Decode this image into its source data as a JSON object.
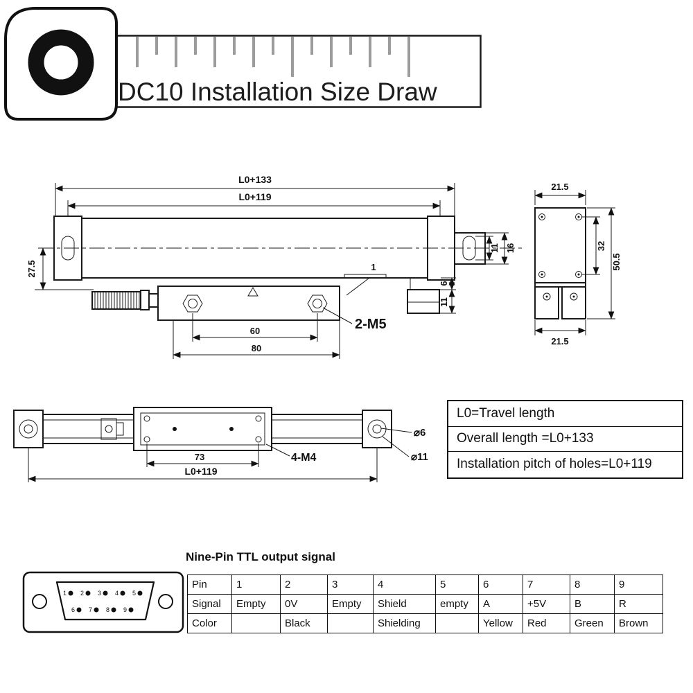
{
  "header": {
    "logo_icon": "tape-measure-logo",
    "title": "DC10 Installation Size Draw"
  },
  "side_view": {
    "dim_overall": "L0+133",
    "dim_pitch": "L0+119",
    "dim_height_left": "27.5",
    "dim_slot_height": "11",
    "dim_lug_height": "16",
    "dim_gap": "1",
    "dim_foot_offset": "6",
    "dim_foot_height": "11",
    "label_bolts": "2-M5",
    "dim_bolt_spacing": "60",
    "dim_head_length": "80"
  },
  "end_view": {
    "dim_width_top": "21.5",
    "dim_screw_spacing": "32",
    "dim_height": "50.5",
    "dim_width_bottom": "21.5"
  },
  "top_view": {
    "dim_head_holes": "73",
    "dim_pitch": "L0+119",
    "label_holes": "4-M4",
    "label_hole_small": "⌀6",
    "label_hole_large": "⌀11"
  },
  "notes": {
    "lines": [
      "L0=Travel length",
      "Overall length =L0+133",
      "Installation pitch of holes=L0+119"
    ]
  },
  "connector": {
    "title": "Nine-Pin TTL output signal",
    "pins_top": [
      "1",
      "2",
      "3",
      "4",
      "5"
    ],
    "pins_bottom": [
      "6",
      "7",
      "8",
      "9"
    ]
  },
  "pin_table": {
    "rows": [
      [
        "Pin",
        "1",
        "2",
        "3",
        "4",
        "5",
        "6",
        "7",
        "8",
        "9"
      ],
      [
        "Signal",
        "Empty",
        "0V",
        "Empty",
        "Shield",
        "empty",
        "A",
        "+5V",
        "B",
        "R"
      ],
      [
        "Color",
        "",
        "Black",
        "",
        "Shielding",
        "",
        "Yellow",
        "Red",
        "Green",
        "Brown"
      ]
    ]
  }
}
